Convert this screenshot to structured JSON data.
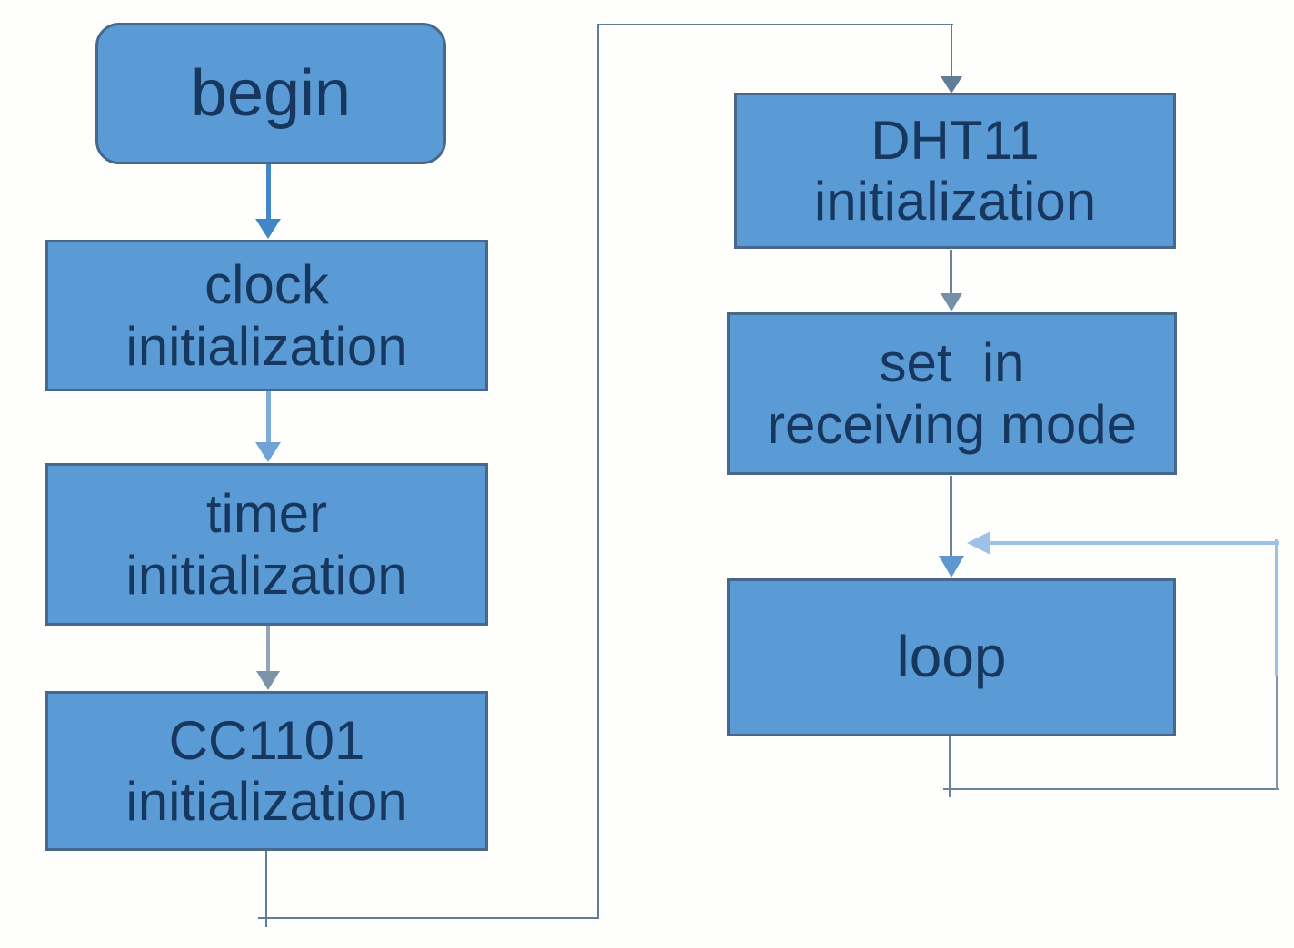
{
  "diagram": {
    "type": "flowchart",
    "colors": {
      "node_fill": "#5b9bd5",
      "node_border": "#47688a",
      "node_text": "#17375e",
      "arrow_blue": "#4186c6",
      "arrow_light_blue": "#7cacdd",
      "arrow_gray_shaft": "#94a5b5",
      "connector_gray": "#5f7d95",
      "feedback_light_blue": "#9dc1e8",
      "loop_arrowhead_blue": "#5e97cf"
    },
    "nodes": [
      {
        "id": "begin",
        "shape": "rounded",
        "label": "begin"
      },
      {
        "id": "clock-initialization",
        "shape": "rect",
        "lines": [
          "clock",
          "initialization"
        ]
      },
      {
        "id": "timer-initialization",
        "shape": "rect",
        "lines": [
          "timer",
          "initialization"
        ]
      },
      {
        "id": "cc1101-initialization",
        "shape": "rect",
        "lines": [
          "CC1101",
          "initialization"
        ]
      },
      {
        "id": "dht11-initialization",
        "shape": "rect",
        "lines": [
          "DHT11",
          "initialization"
        ]
      },
      {
        "id": "set-in-receiving-mode",
        "shape": "rect",
        "lines": [
          "set  in",
          "receiving mode"
        ]
      },
      {
        "id": "loop",
        "shape": "rect",
        "label": "loop"
      }
    ],
    "edges": [
      {
        "from": "begin",
        "to": "clock-initialization"
      },
      {
        "from": "clock-initialization",
        "to": "timer-initialization"
      },
      {
        "from": "timer-initialization",
        "to": "cc1101-initialization"
      },
      {
        "from": "cc1101-initialization",
        "to": "dht11-initialization"
      },
      {
        "from": "dht11-initialization",
        "to": "set-in-receiving-mode"
      },
      {
        "from": "set-in-receiving-mode",
        "to": "loop"
      },
      {
        "from": "loop",
        "to": "loop",
        "note": "feedback from loop output back to loop input"
      }
    ]
  }
}
